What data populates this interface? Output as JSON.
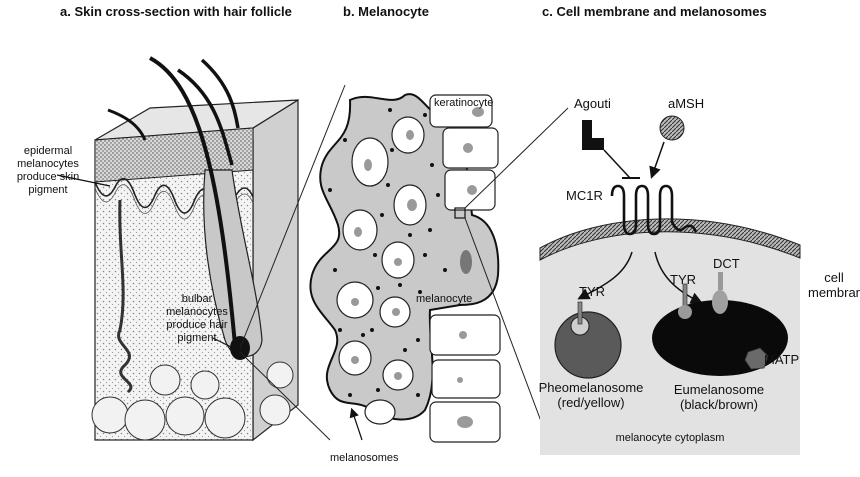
{
  "panels": [
    {
      "title": "a. Skin cross-section with hair follicle"
    },
    {
      "title": "b. Melanocyte"
    },
    {
      "title": "c. Cell membrane and melanosomes"
    }
  ],
  "labels": {
    "epidermal": [
      "epidermal",
      "melanocytes",
      "produce skin",
      "pigment"
    ],
    "bulbar": [
      "bulbar",
      "melanocytes",
      "produce hair",
      "pigment"
    ],
    "keratinocyte": "keratinocyte",
    "melanocyte": "melanocyte",
    "melanosomes": "melanosomes",
    "agouti": "Agouti",
    "amsh": "aMSH",
    "mc1r": "MC1R",
    "tyr_left": "TYR",
    "tyr_right": "TYR",
    "dct": "DCT",
    "matp": "MATP",
    "cell_membrane": [
      "cell",
      "membrane"
    ],
    "pheomelanosome": [
      "Pheomelanosome",
      "(red/yellow)"
    ],
    "eumelanosome": [
      "Eumelanosome",
      "(black/brown)"
    ],
    "cytoplasm": "melanocyte cytoplasm"
  }
}
